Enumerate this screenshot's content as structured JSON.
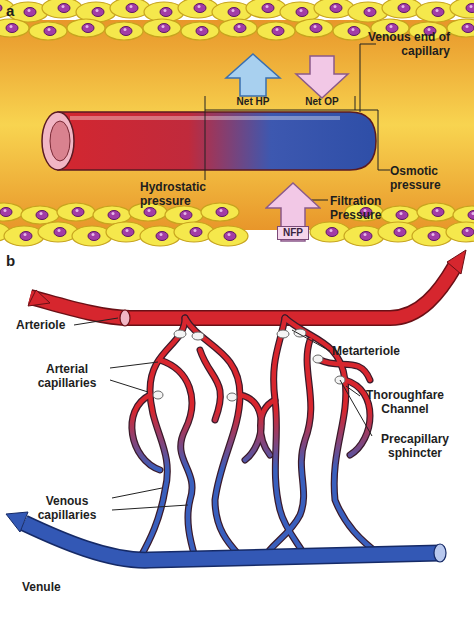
{
  "diagram": {
    "nodes": [
      {
        "text": [
          "NFP"
        ]
      }
    ],
    "labels": [
      "a",
      "Venous end of capillary",
      "Net HP",
      "Net OP",
      "Hydrostatic pressure",
      "Osmotic pressure",
      "Filtration Pressure",
      "b",
      "Arteriole",
      "Metarteriole",
      "Arterial capillaries",
      "Thoroughfare Channel",
      "Precapillary sphincter",
      "Venous capillaries",
      "Venule"
    ]
  }
}
